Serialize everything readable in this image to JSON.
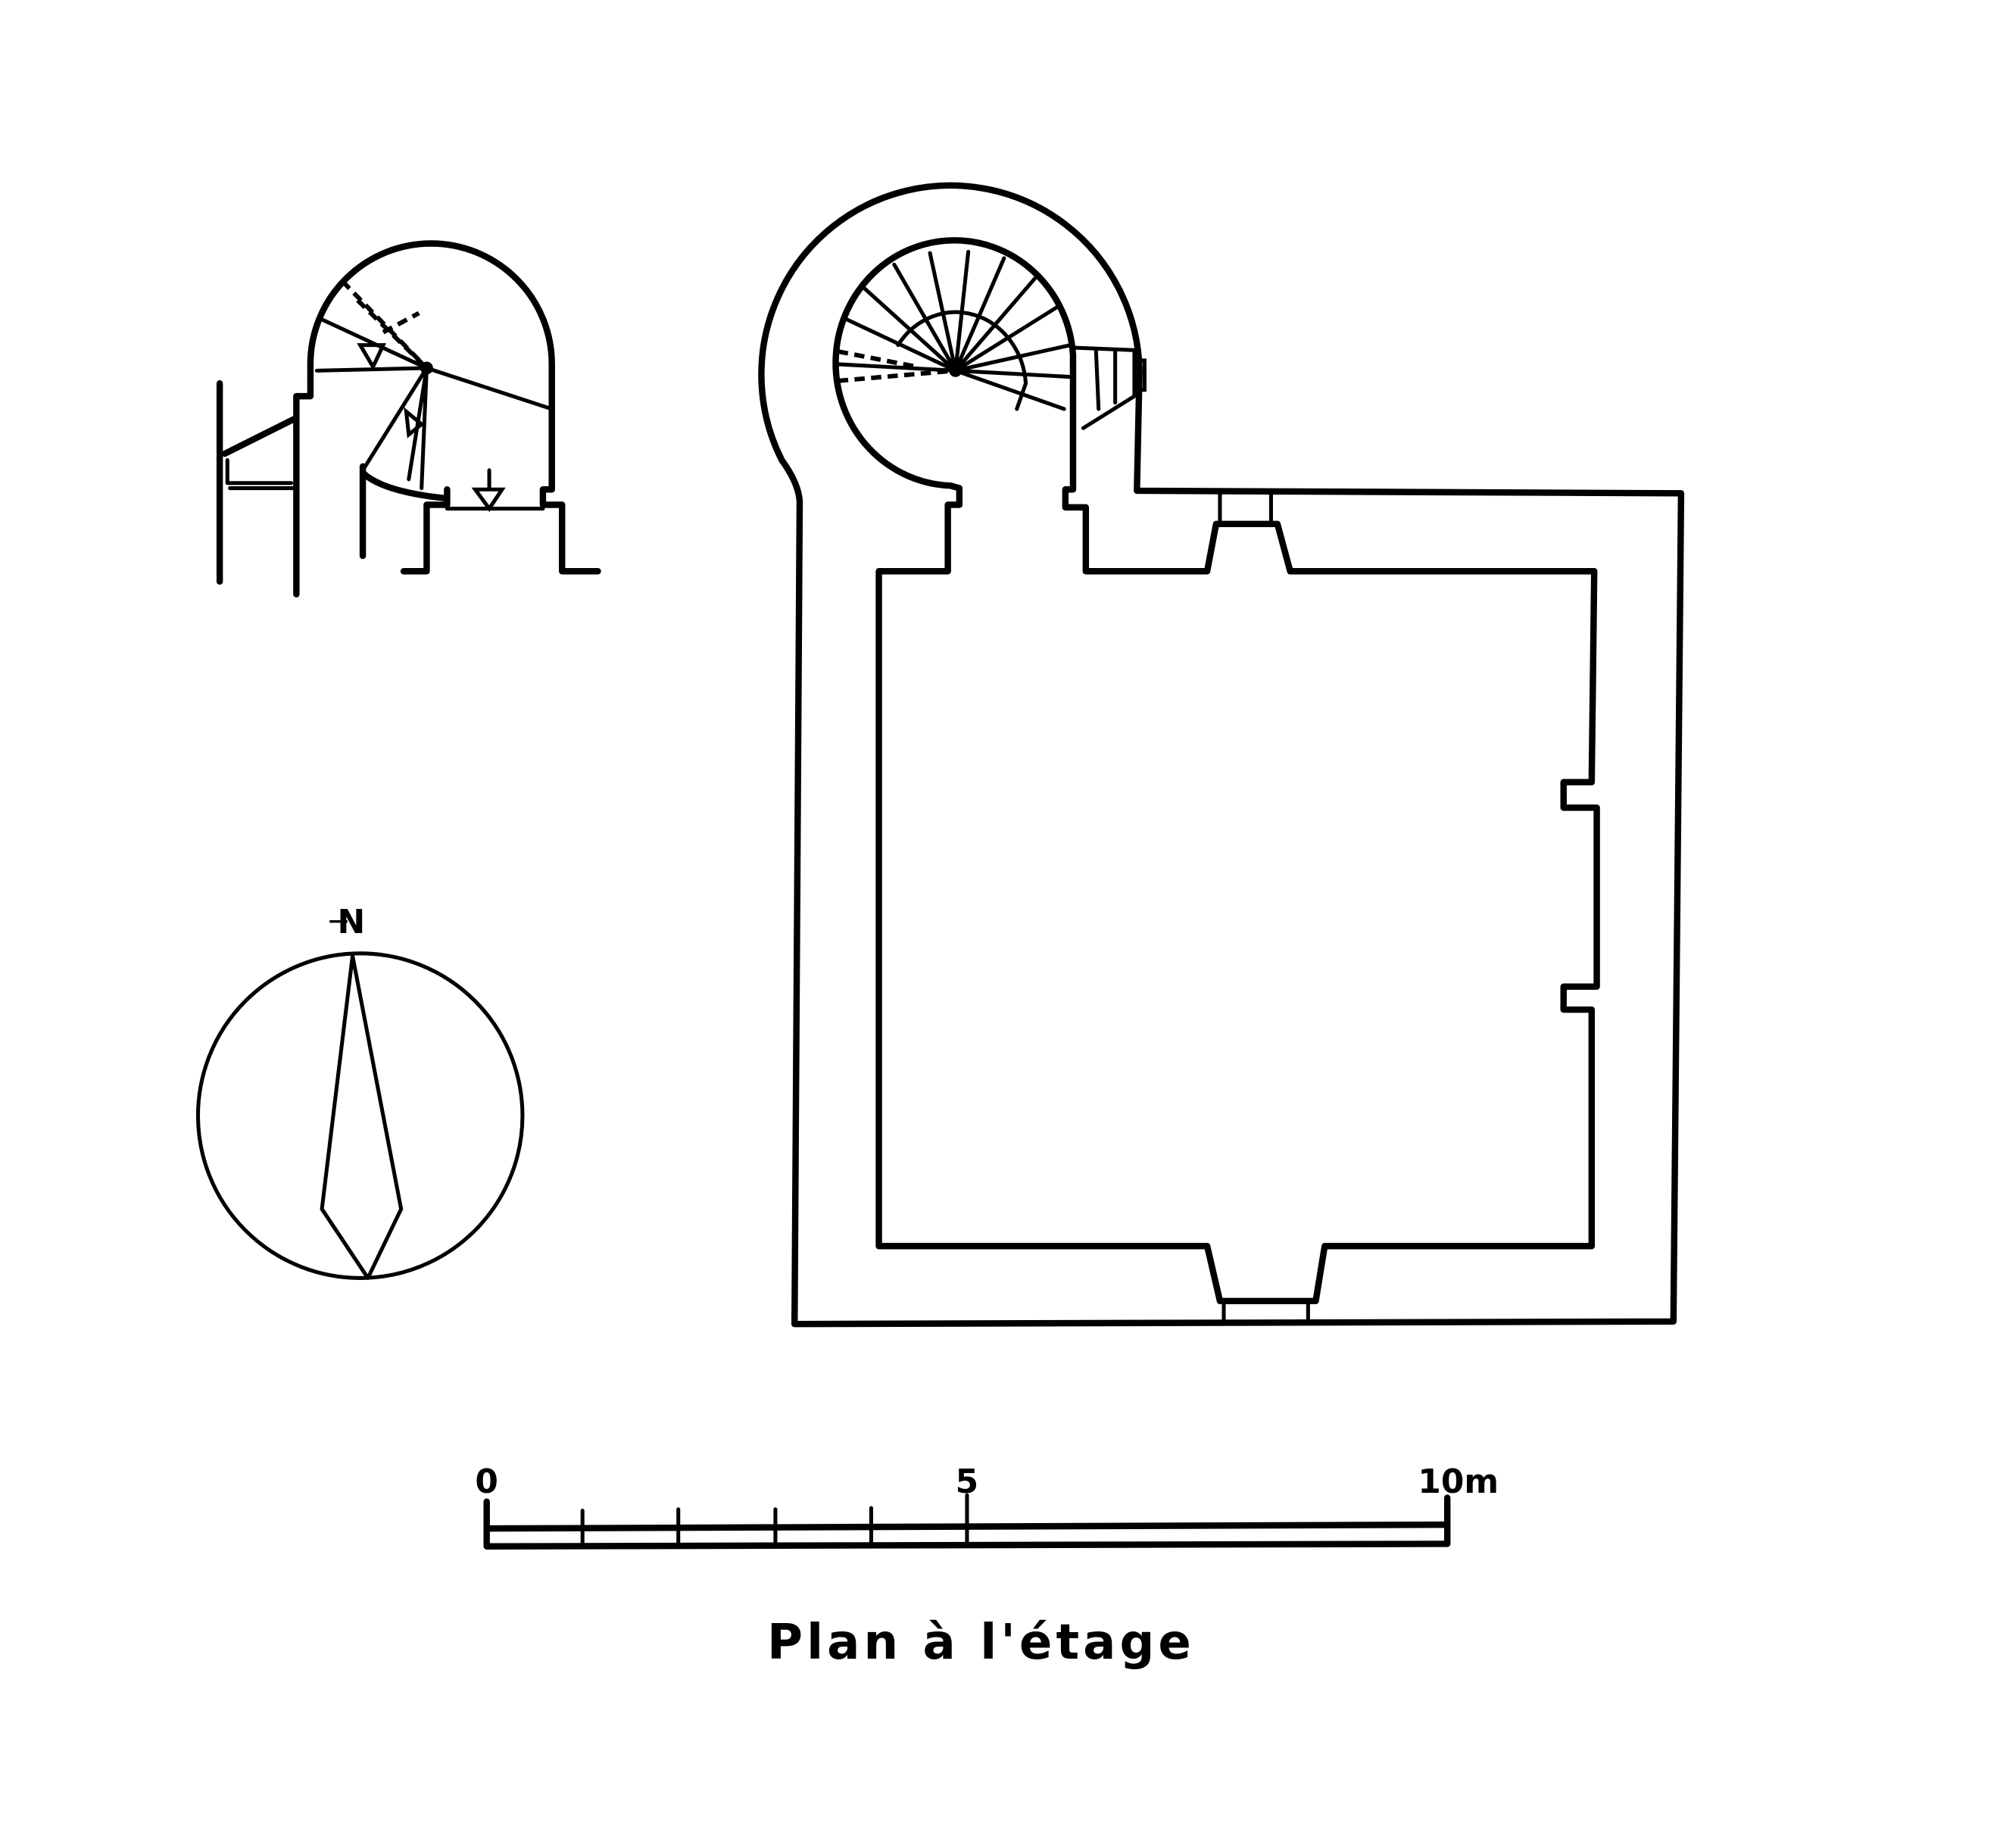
{
  "title": "Plan à l'étage",
  "compass": {
    "label": "N"
  },
  "scale_bar": {
    "labels": [
      "0",
      "5",
      "10m"
    ],
    "unit": "m",
    "max": 10,
    "minor_ticks": [
      1,
      2,
      3,
      4
    ]
  },
  "colors": {
    "ink": "#000000",
    "paper": "#ffffff"
  }
}
